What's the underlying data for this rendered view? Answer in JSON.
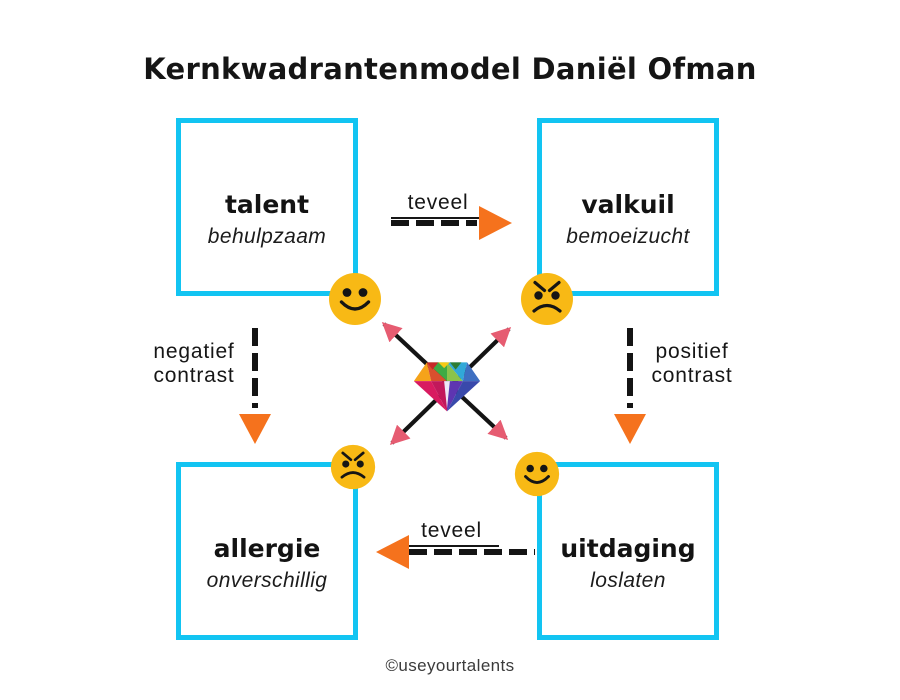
{
  "title": "Kernkwadrantenmodel Daniël Ofman",
  "quadrants": {
    "talent": {
      "label": "talent",
      "sublabel": "behulpzaam",
      "emoji": "happy-face-icon"
    },
    "valkuil": {
      "label": "valkuil",
      "sublabel": "bemoeizucht",
      "emoji": "angry-face-icon"
    },
    "allergie": {
      "label": "allergie",
      "sublabel": "onverschillig",
      "emoji": "angry-face-icon"
    },
    "uitdaging": {
      "label": "uitdaging",
      "sublabel": "loslaten",
      "emoji": "happy-face-icon"
    }
  },
  "relations": {
    "top": {
      "label": "teveel",
      "direction": "right"
    },
    "bottom": {
      "label": "teveel",
      "direction": "left"
    },
    "left": {
      "line1": "negatief",
      "line2": "contrast",
      "direction": "down"
    },
    "right": {
      "line1": "positief",
      "line2": "contrast",
      "direction": "down"
    }
  },
  "center": {
    "icon": "gem-icon",
    "arrows": "four-diagonal-arrows"
  },
  "footer": {
    "credit": "©useyourtalents"
  },
  "colors": {
    "box_border_cyan": "#12c4f2",
    "arrow_orange": "#f5721d",
    "emoji_yellow": "#f8b915",
    "cross_arrow_pink": "#e65c71",
    "ink_black": "#141414"
  }
}
